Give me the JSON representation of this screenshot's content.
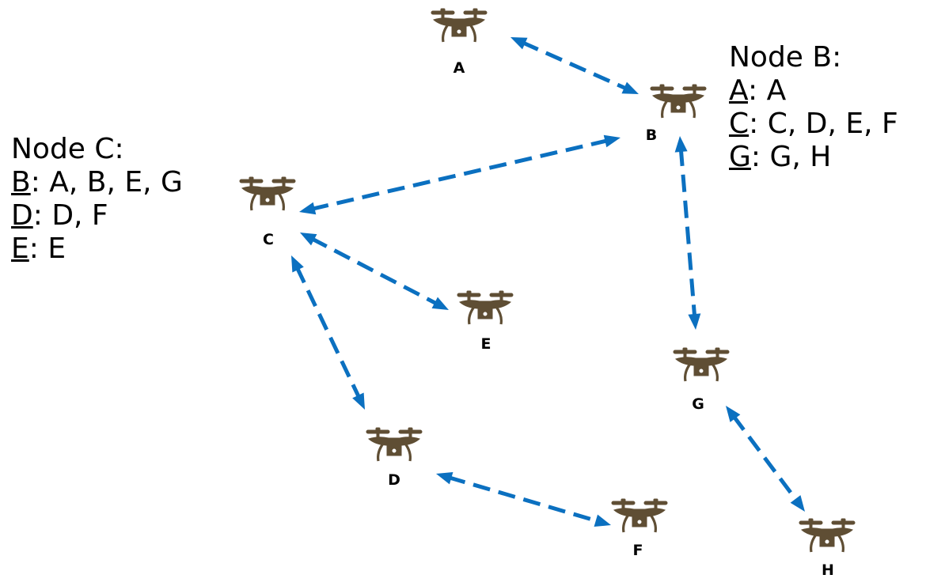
{
  "colors": {
    "drone": "#5f4e34",
    "link": "#0b70c0",
    "text": "#000000"
  },
  "icon": "drone-icon",
  "nodes": [
    {
      "id": "A",
      "label": "A"
    },
    {
      "id": "B",
      "label": "B"
    },
    {
      "id": "C",
      "label": "C"
    },
    {
      "id": "D",
      "label": "D"
    },
    {
      "id": "E",
      "label": "E"
    },
    {
      "id": "F",
      "label": "F"
    },
    {
      "id": "G",
      "label": "G"
    },
    {
      "id": "H",
      "label": "H"
    }
  ],
  "links": [
    {
      "from": "A",
      "to": "B"
    },
    {
      "from": "B",
      "to": "C"
    },
    {
      "from": "B",
      "to": "G"
    },
    {
      "from": "C",
      "to": "E"
    },
    {
      "from": "C",
      "to": "D"
    },
    {
      "from": "D",
      "to": "F"
    },
    {
      "from": "G",
      "to": "H"
    }
  ],
  "routing_tables": {
    "node_c": {
      "title": "Node C:",
      "rows": [
        {
          "key": "B",
          "sep": ":",
          "value": " A, B, E, G"
        },
        {
          "key": "D",
          "sep": ":",
          "value": " D, F"
        },
        {
          "key": "E",
          "sep": ":",
          "value": " E"
        }
      ]
    },
    "node_b": {
      "title": "Node B:",
      "rows": [
        {
          "key": "A",
          "sep": ":",
          "value": " A"
        },
        {
          "key": "C",
          "sep": ":",
          "value": " C, D, E, F"
        },
        {
          "key": "G",
          "sep": ":",
          "value": " G, H"
        }
      ]
    }
  }
}
